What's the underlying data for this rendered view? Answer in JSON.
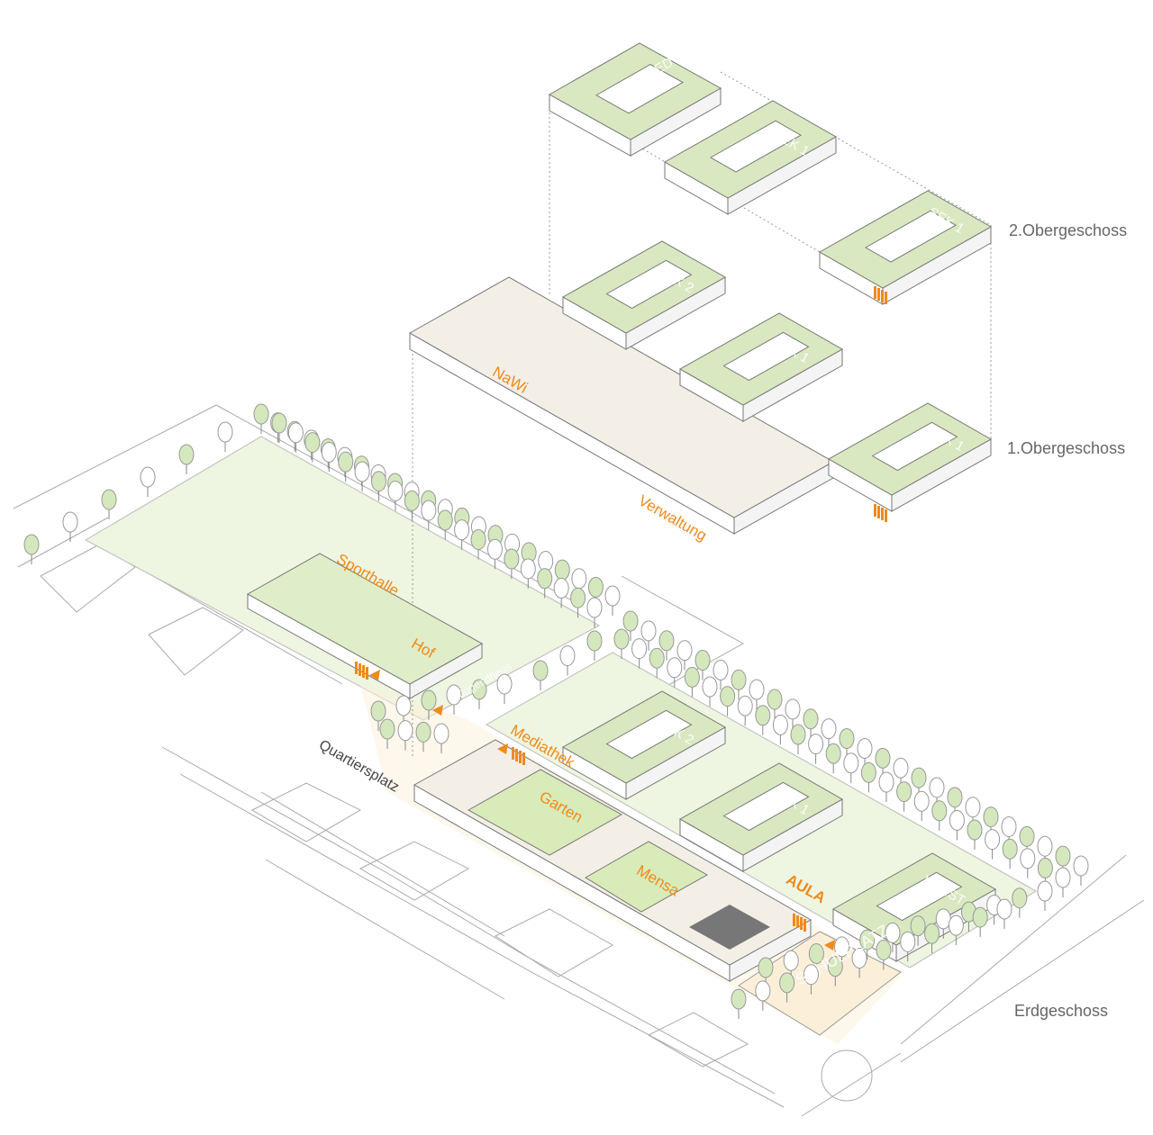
{
  "floors": {
    "og2": "2.Obergeschoss",
    "og1": "1.Obergeschoss",
    "eg": "Erdgeschoss"
  },
  "labels": {
    "edv": "EDV",
    "sek1_og2_a": "SEK 1",
    "sek1_og2_b": "SEK 1",
    "sek2_og1": "SEK 2",
    "sek1_og1_a": "SEK 1",
    "sek1_og1_b": "SEK 1",
    "nawi": "NaWi",
    "verwaltung": "Verwaltung",
    "sporthalle": "Sporthalle",
    "hof": "Hof",
    "jugendhaus": "Jugendhaus",
    "mediathek": "Mediathek",
    "quartiersplatz": "Quartiersplatz",
    "garten": "Garten",
    "sek2_eg": "SEK 2",
    "sek1_eg": "SEK 1",
    "mensa": "Mensa",
    "aula": "AULA",
    "kunst": "KUNST",
    "schulplatz": "SCHULPLATZ"
  },
  "colors": {
    "accent": "#f08a1c",
    "roof_green": "#d9e8c0",
    "field_green": "#eef5e0",
    "plaza": "#fcefd9",
    "line": "#777777"
  }
}
